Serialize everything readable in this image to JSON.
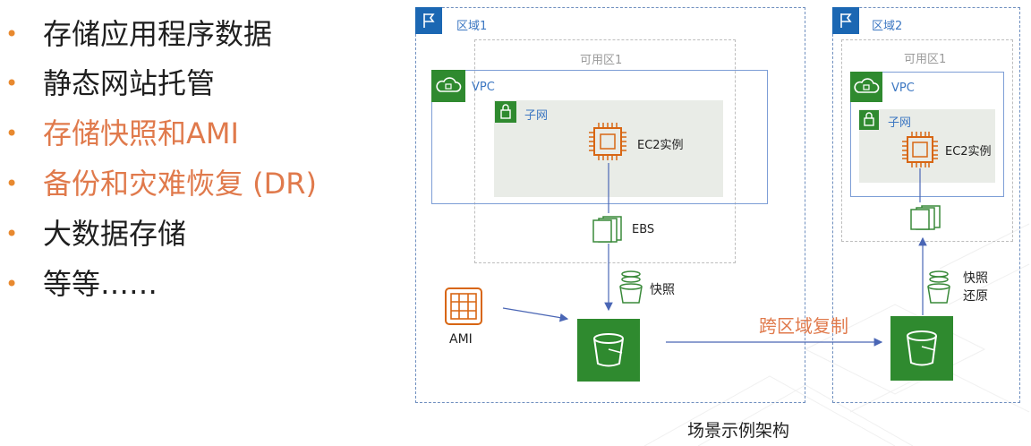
{
  "bullets": [
    {
      "text": "存储应用程序数据",
      "highlight": false
    },
    {
      "text": "静态网站托管",
      "highlight": false
    },
    {
      "text": "存储快照和AMI",
      "highlight": true
    },
    {
      "text": "备份和灾难恢复 (DR)",
      "highlight": true
    },
    {
      "text": "大数据存储",
      "highlight": false
    },
    {
      "text": "等等……",
      "highlight": false
    }
  ],
  "bullet_char": "•",
  "diagram": {
    "region1": {
      "label": "区域1",
      "az": "可用区1",
      "vpc": "VPC",
      "subnet": "子网",
      "ec2": "EC2实例",
      "ebs": "EBS",
      "snapshot": "快照",
      "ami": "AMI"
    },
    "region2": {
      "label": "区域2",
      "az": "可用区1",
      "vpc": "VPC",
      "subnet": "子网",
      "ec2": "EC2实例",
      "restore_line1": "快照",
      "restore_line2": "还原"
    },
    "cross_region": "跨区域复制",
    "caption": "场景示例架构"
  },
  "colors": {
    "accent_orange": "#e07a4c",
    "aws_green": "#2f8a2f",
    "aws_blue": "#1b67b3",
    "ec2_orange": "#d86613"
  }
}
